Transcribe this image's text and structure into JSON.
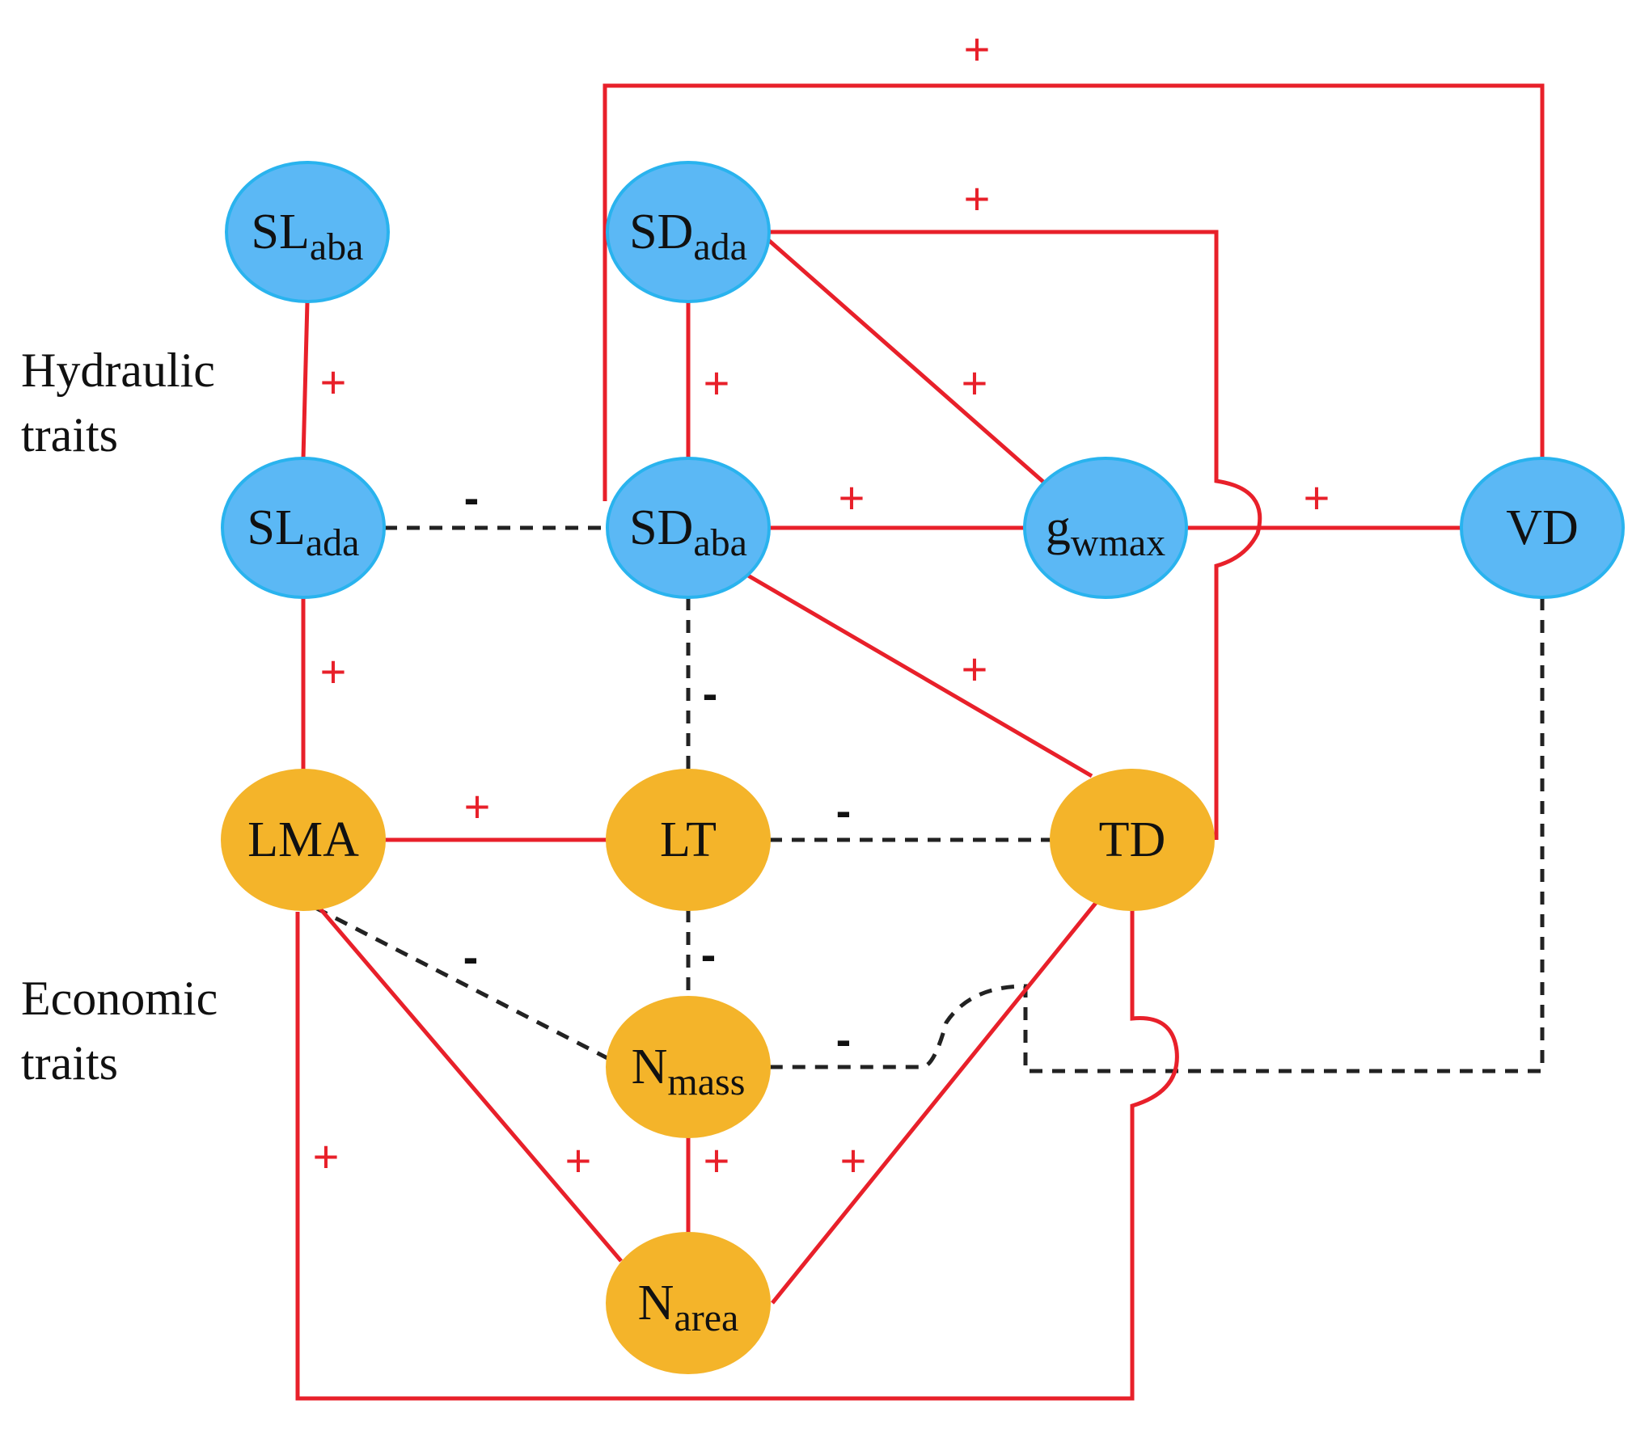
{
  "labels": {
    "hydraulic": [
      "Hydraulic",
      "traits"
    ],
    "economic": [
      "Economic",
      "traits"
    ]
  },
  "colors": {
    "hydraulic_node": "#5bb8f5",
    "hydraulic_stroke": "#29b3ee",
    "economic_node": "#f4b42a",
    "positive_line": "#e8202a",
    "negative_line": "#222222"
  },
  "nodes": [
    {
      "id": "SLaba",
      "main": "SL",
      "sub": "aba",
      "group": "hydraulic"
    },
    {
      "id": "SDada",
      "main": "SD",
      "sub": "ada",
      "group": "hydraulic"
    },
    {
      "id": "SLada",
      "main": "SL",
      "sub": "ada",
      "group": "hydraulic"
    },
    {
      "id": "SDaba",
      "main": "SD",
      "sub": "aba",
      "group": "hydraulic"
    },
    {
      "id": "gwmax",
      "main": "g",
      "sub": "wmax",
      "group": "hydraulic"
    },
    {
      "id": "VD",
      "main": "VD",
      "sub": "",
      "group": "hydraulic"
    },
    {
      "id": "LMA",
      "main": "LMA",
      "sub": "",
      "group": "economic"
    },
    {
      "id": "LT",
      "main": "LT",
      "sub": "",
      "group": "economic"
    },
    {
      "id": "TD",
      "main": "TD",
      "sub": "",
      "group": "economic"
    },
    {
      "id": "Nmass",
      "main": "N",
      "sub": "mass",
      "group": "economic"
    },
    {
      "id": "Narea",
      "main": "N",
      "sub": "area",
      "group": "economic"
    }
  ],
  "edges": [
    {
      "from": "SLaba",
      "to": "SLada",
      "sign": "+"
    },
    {
      "from": "SDada",
      "to": "SDaba",
      "sign": "+"
    },
    {
      "from": "SDada",
      "to": "gwmax",
      "sign": "+"
    },
    {
      "from": "SDada",
      "to": "TD",
      "sign": "+"
    },
    {
      "from": "SDaba",
      "to": "VD",
      "sign": "+"
    },
    {
      "from": "SLada",
      "to": "SDaba",
      "sign": "-"
    },
    {
      "from": "SDaba",
      "to": "gwmax",
      "sign": "+"
    },
    {
      "from": "gwmax",
      "to": "VD",
      "sign": "+"
    },
    {
      "from": "SLada",
      "to": "LMA",
      "sign": "+"
    },
    {
      "from": "SDaba",
      "to": "LT",
      "sign": "-"
    },
    {
      "from": "SDaba",
      "to": "TD",
      "sign": "+"
    },
    {
      "from": "VD",
      "to": "Nmass",
      "sign": "-"
    },
    {
      "from": "LMA",
      "to": "LT",
      "sign": "+"
    },
    {
      "from": "LT",
      "to": "TD",
      "sign": "-"
    },
    {
      "from": "LT",
      "to": "Nmass",
      "sign": "-"
    },
    {
      "from": "LMA",
      "to": "Nmass",
      "sign": "-"
    },
    {
      "from": "LMA",
      "to": "Narea",
      "sign": "+"
    },
    {
      "from": "Nmass",
      "to": "Narea",
      "sign": "+"
    },
    {
      "from": "TD",
      "to": "Narea",
      "sign": "+"
    },
    {
      "from": "LMA",
      "to": "TD",
      "sign": "+"
    }
  ]
}
